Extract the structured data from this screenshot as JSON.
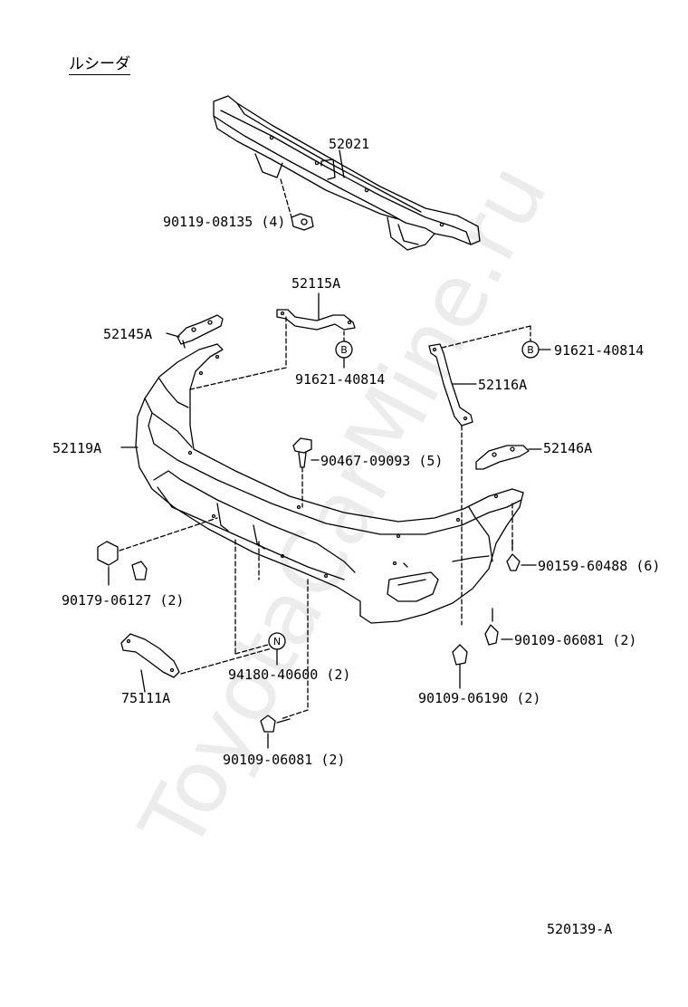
{
  "heading": "ルシーダ",
  "watermark": "ToyotaCarMine.ru",
  "figure_code": "520139-A",
  "callouts": {
    "reinforcement": "52021",
    "bolt_top": "90119-08135 (4)",
    "bracket_center": "52115A",
    "clip_b_left": "91621-40814",
    "bracket_left": "52145A",
    "clip_b_right": "91621-40814",
    "bracket_right_stay": "52116A",
    "bumper_cover": "52119A",
    "retainer_center": "90467-09093 (5)",
    "bracket_right": "52146A",
    "screw_right": "90159-60488 (6)",
    "nut_left": "90179-06127 (2)",
    "bolt_right_lower": "90109-06081 (2)",
    "lower_bracket": "75111A",
    "nut_n": "94180-40600 (2)",
    "bolt_right_bottom": "90109-06190 (2)",
    "bolt_bottom": "90109-06081 (2)"
  },
  "badges": {
    "b": "B",
    "n": "N"
  }
}
